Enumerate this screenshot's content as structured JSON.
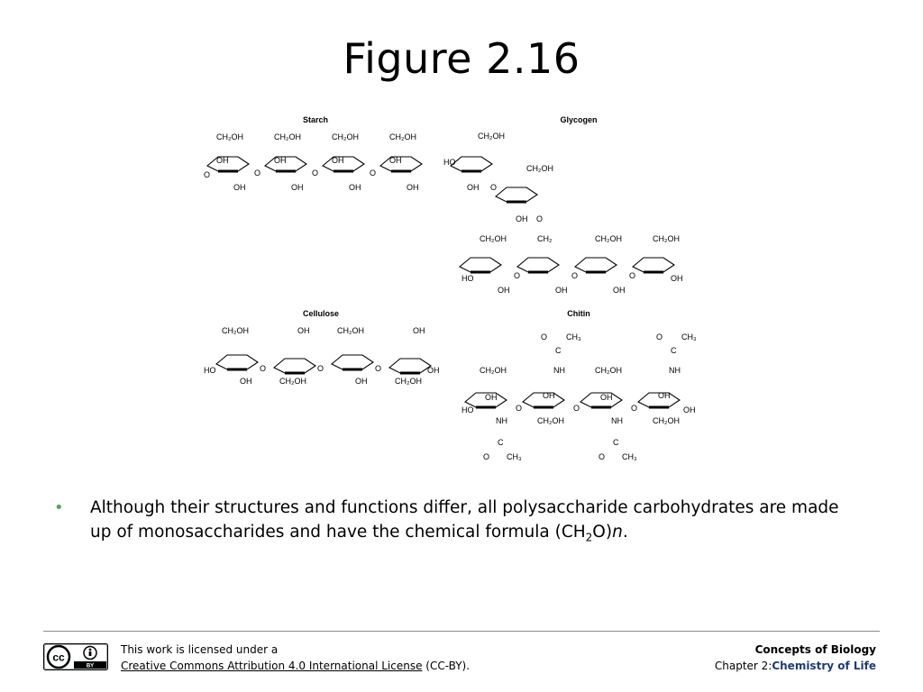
{
  "slide": {
    "title": "Figure 2.16"
  },
  "figure": {
    "labels": {
      "starch": "Starch",
      "glycogen": "Glycogen",
      "cellulose": "Cellulose",
      "chitin": "Chitin"
    }
  },
  "bullet": {
    "text_before": "Although their structures and functions differ, all polysaccharide carbohydrates are made up of monosaccharides and have the chemical formula (CH",
    "sub": "2",
    "text_mid": "O)",
    "italic": "n",
    "text_after": "."
  },
  "footer": {
    "license_line1": "This work is licensed under a",
    "license_link": "Creative Commons Attribution 4.0 International License",
    "license_suffix": " (CC-BY).",
    "badge_cc": "cc",
    "badge_by": "BY",
    "book_title": "Concepts of Biology",
    "chapter_prefix": "Chapter 2:",
    "chapter_name": "Chemistry of Life"
  }
}
